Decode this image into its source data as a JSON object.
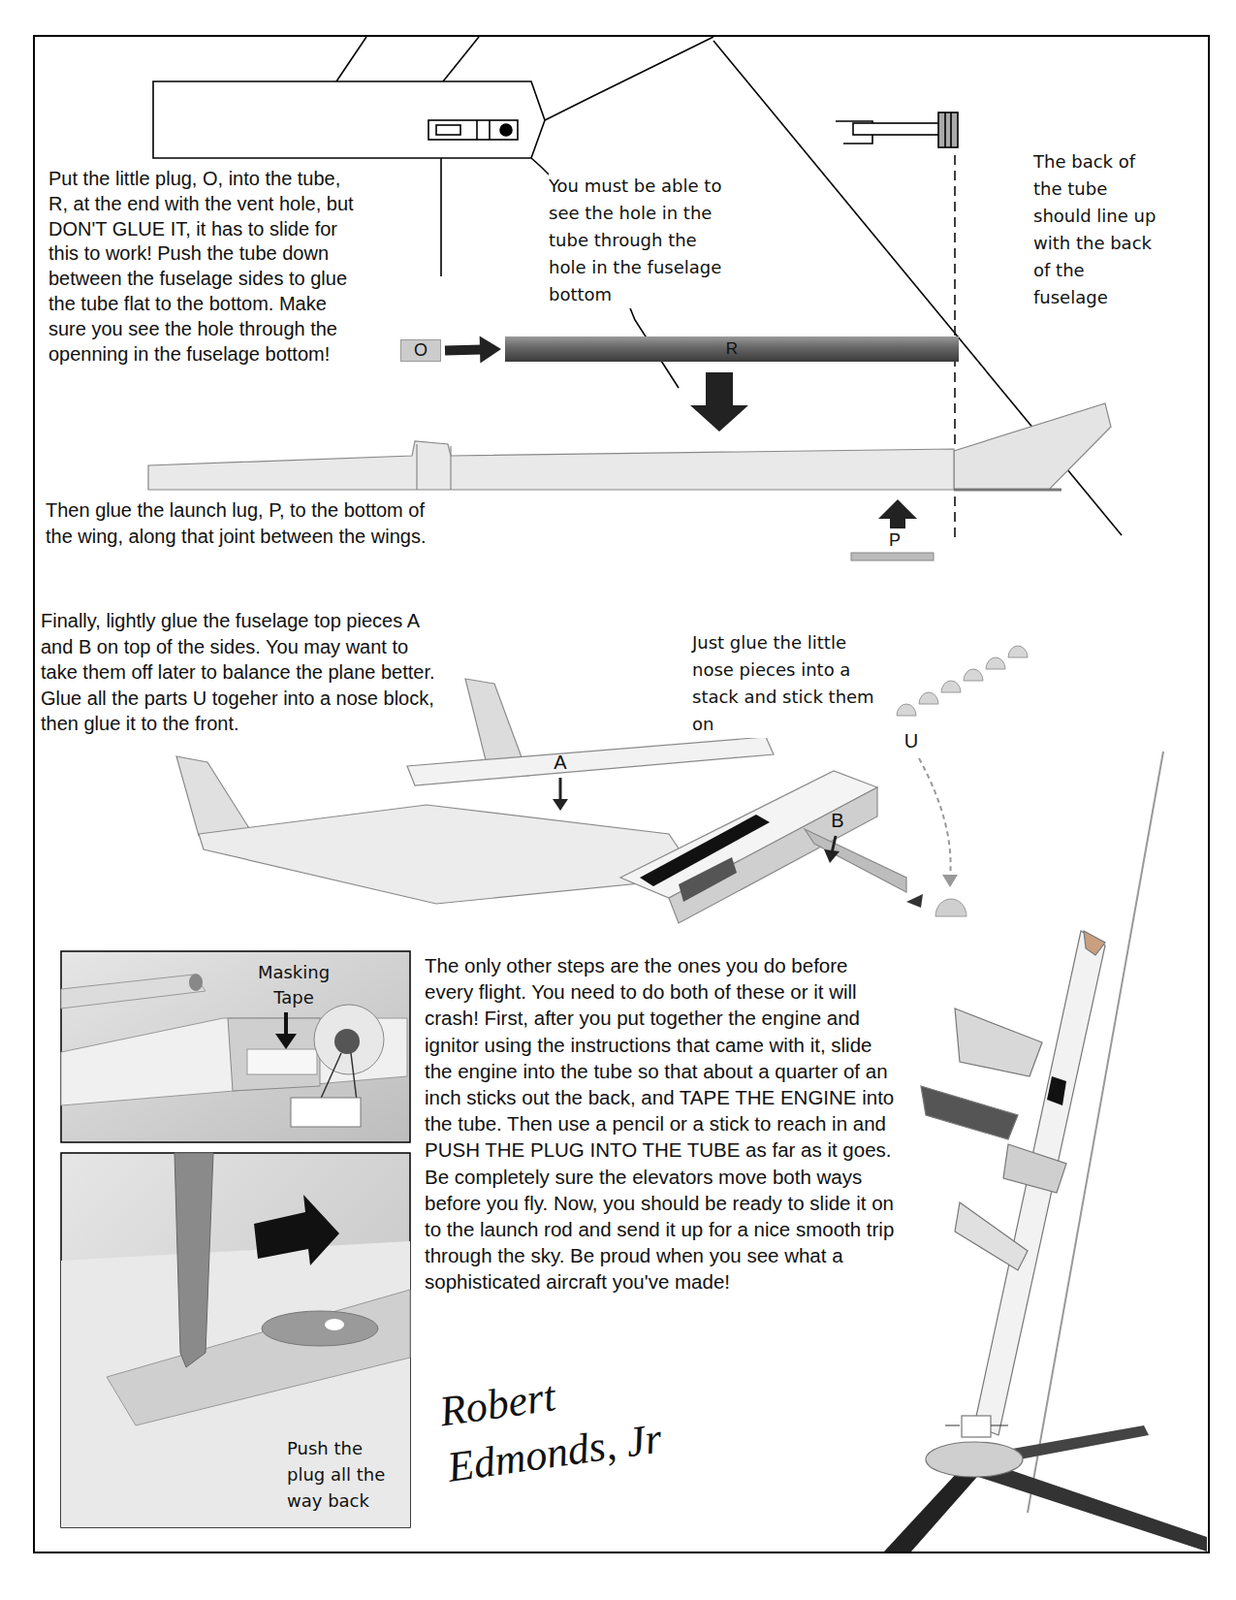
{
  "diagram": {
    "nodes": [
      {
        "text": [
          "O"
        ]
      },
      {
        "text": [
          "R"
        ]
      }
    ],
    "edges": [
      {
        "from": 0,
        "to": 1,
        "arrow": "to"
      }
    ],
    "labels": [
      "Put the little plug, O, into the tube, R, at the end with the vent hole, but DON'T GLUE IT, it has to slide for this to work! Push the tube down between the fuselage sides to glue the tube flat to the bottom. Make sure you see the hole through the openning in the fuselage bottom!",
      "You must be able to see the hole in the tube through the hole in the fuselage bottom",
      "The back of the tube should line up with the back of the fuselage",
      "Then glue the launch lug, P, to the bottom of the wing, along that joint between the wings.",
      "P",
      "Finally, lightly glue the fuselage top pieces A and B on top of the sides. You may want to take them off later to balance the plane better. Glue all the parts U togeher into a nose block, then glue it to the front.",
      "Just glue the little nose pieces into a stack and stick them on",
      "A",
      "B",
      "U",
      "Masking Tape",
      "The only other steps are the ones you do before every flight. You need to do both of these or it will crash! First, after you put together the engine and ignitor using the instructions that came with it, slide the engine into the tube so that about a quarter of an inch sticks out the back, and TAPE THE ENGINE into the tube. Then use a pencil or a stick to reach in and PUSH THE PLUG INTO THE TUBE as far as it goes. Be completely sure the elevators move both ways before you fly. Now, you should be ready to slide it on to the launch rod and send it up for a nice smooth trip through the sky. Be proud when you see what a sophisticated aircraft you've made!",
      "Push the plug all the way back",
      "Robert Edmonds, Jr"
    ]
  }
}
